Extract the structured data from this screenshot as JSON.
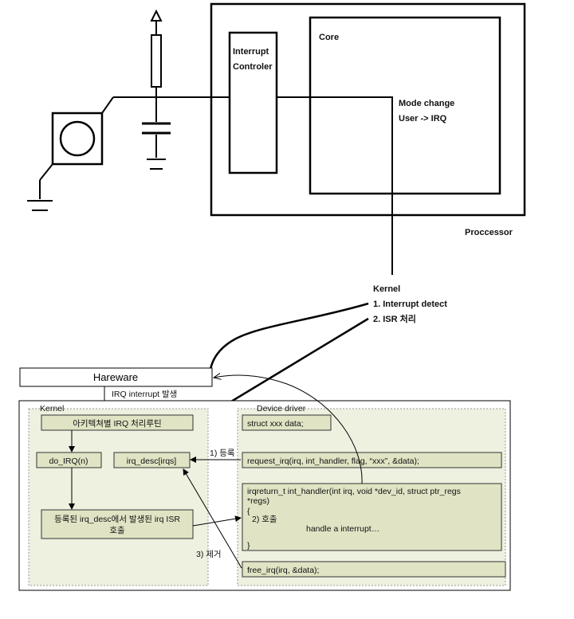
{
  "top": {
    "interrupt_controller_line1": "Interrupt",
    "interrupt_controller_line2": "Controler",
    "core_label": "Core",
    "mode_change_line1": "Mode change",
    "mode_change_line2": "User -> IRQ",
    "processor_label": "Proccessor",
    "kernel_label": "Kernel",
    "kernel_step1": "1. Interrupt detect",
    "kernel_step2": "2. ISR 처리"
  },
  "bottom": {
    "hardware_label": "Hareware",
    "irq_label": "IRQ interrupt 발생",
    "kernel_label": "Kernel",
    "device_driver_label": "Device driver",
    "arch_routine": "아키텍쳐별 IRQ 처리루틴",
    "do_irq": "do_IRQ(n)",
    "irq_desc": "irq_desc[irqs]",
    "isr_call_line1": "등록된 irq_desc에서 발생된 irq ISR",
    "isr_call_line2": "호출",
    "struct_data": "struct xxx data;",
    "request_irq": "request_irq(irq, int_handler, flag, “xxx”, &data);",
    "handler_line1": "irqreturn_t int_handler(int irq, void *dev_id, struct ptr_regs",
    "handler_line2": "*regs)",
    "handler_open": "{",
    "handler_call": "2) 호출",
    "handler_body": "handle a interrupt…",
    "handler_close": "}",
    "free_irq": "free_irq(irq, &data);",
    "step1_register": "1) 등록",
    "step3_remove": "3) 제거"
  }
}
